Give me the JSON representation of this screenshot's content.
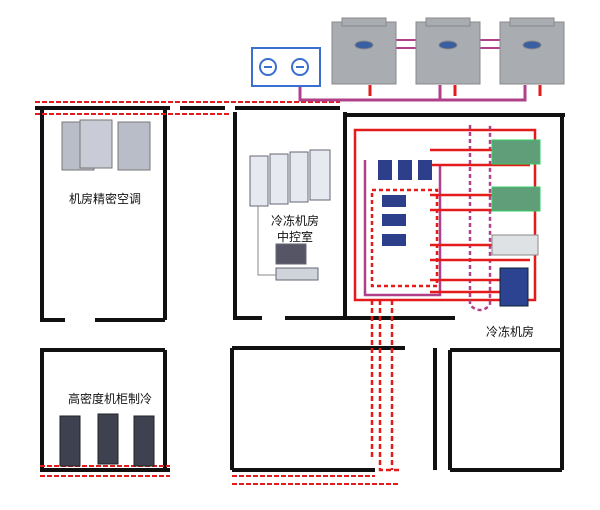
{
  "labels": {
    "precision_ac": "机房精密空调",
    "control_room_line1": "冷冻机房",
    "control_room_line2": "中控室",
    "chiller_room": "冷冻机房",
    "high_density": "高密度机柜制冷"
  },
  "colors": {
    "supply_pipe": "#e31b1b",
    "return_pipe": "#b0408a",
    "wall": "#111111",
    "tower": "#a9adb2",
    "panel": "#3a6fd0"
  }
}
